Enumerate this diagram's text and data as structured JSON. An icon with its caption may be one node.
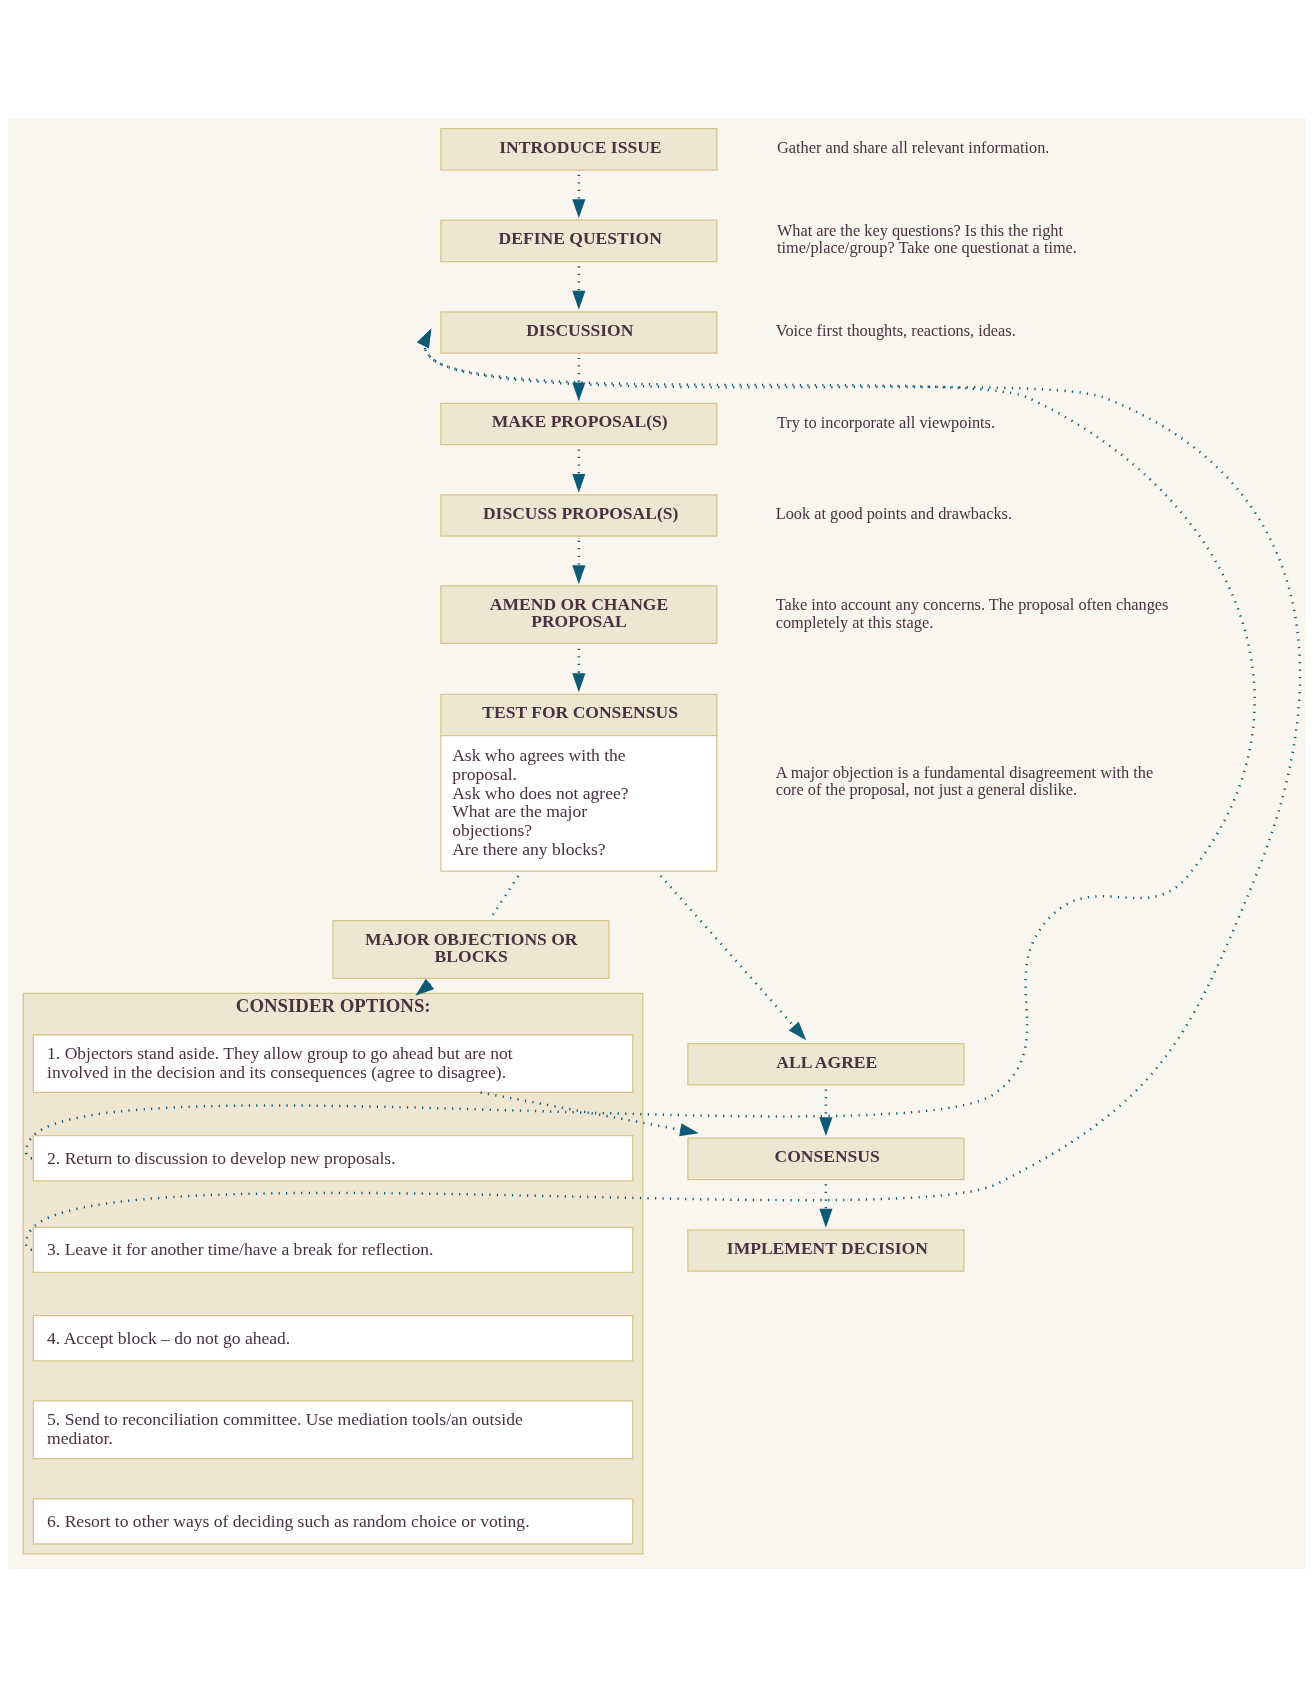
{
  "diagram": {
    "nodes": [
      {
        "text": [
          "INTRODUCE ISSUE"
        ],
        "beside": [
          "Gather and share all relevant information."
        ]
      },
      {
        "text": [
          "DEFINE QUESTION"
        ],
        "beside": [
          "What are the key questions? Is this the right time/place/group? Take one questionat a time."
        ]
      },
      {
        "text": [
          "DISCUSSION"
        ],
        "beside": [
          "Voice first thoughts, reactions, ideas."
        ]
      },
      {
        "text": [
          "MAKE PROPOSAL(S)"
        ],
        "beside": [
          "Try to incorporate all viewpoints."
        ]
      },
      {
        "text": [
          "DISCUSS PROPOSAL(S)"
        ],
        "beside": [
          "Look at good points and drawbacks."
        ]
      },
      {
        "text": [
          "AMEND OR CHANGE PROPOSAL"
        ],
        "beside": [
          "Take into account any concerns. The proposal often changes completely at this stage."
        ]
      },
      {
        "text": [
          "TEST FOR CONSENSUS",
          "Ask who agrees with the proposal.",
          "Ask who does not agree?",
          "What are the major objections?",
          "Are there any blocks?"
        ],
        "beside": [
          "A major objection is a fundamental disagreement with the core of the proposal, not just a general dislike."
        ]
      },
      {
        "text": [
          "MAJOR OBJECTIONS OR BLOCKS"
        ]
      },
      {
        "text": [
          "ALL AGREE"
        ]
      },
      {
        "text": [
          "CONSIDER OPTIONS:"
        ]
      },
      {
        "text": [
          "1. Objectors stand aside. They allow group to go ahead but are not involved in the decision and its consequences (agree to disagree)."
        ],
        "in": 9
      },
      {
        "text": [
          "2. Return to discussion to develop new proposals."
        ],
        "in": 9
      },
      {
        "text": [
          "3. Leave it for another time/have a break for reflection."
        ],
        "in": 9
      },
      {
        "text": [
          "4. Accept block – do not go ahead."
        ],
        "in": 9
      },
      {
        "text": [
          "5. Send to reconciliation committee. Use mediation tools/an outside mediator."
        ],
        "in": 9
      },
      {
        "text": [
          "6. Resort to other ways of deciding such as random choice or voting."
        ],
        "in": 9
      },
      {
        "text": [
          "CONSENSUS"
        ]
      },
      {
        "text": [
          "IMPLEMENT DECISION"
        ]
      }
    ],
    "edges": [
      {
        "from": 0,
        "to": 1,
        "arrow": "to"
      },
      {
        "from": 1,
        "to": 2,
        "arrow": "to"
      },
      {
        "from": 2,
        "to": 3,
        "arrow": "to"
      },
      {
        "from": 3,
        "to": 4,
        "arrow": "to"
      },
      {
        "from": 4,
        "to": 5,
        "arrow": "to"
      },
      {
        "from": 5,
        "to": 6,
        "arrow": "to"
      },
      {
        "from": 6,
        "to": 7,
        "arrow": "none"
      },
      {
        "from": 6,
        "to": 8,
        "arrow": "to"
      },
      {
        "from": 7,
        "to": 9,
        "arrow": "to"
      },
      {
        "from": 8,
        "to": 16,
        "arrow": "to"
      },
      {
        "from": 16,
        "to": 17,
        "arrow": "to"
      },
      {
        "from": 10,
        "to": 16,
        "arrow": "to"
      },
      {
        "from": 11,
        "to": 2,
        "arrow": "to"
      },
      {
        "from": 12,
        "to": 2,
        "arrow": "to"
      }
    ]
  }
}
